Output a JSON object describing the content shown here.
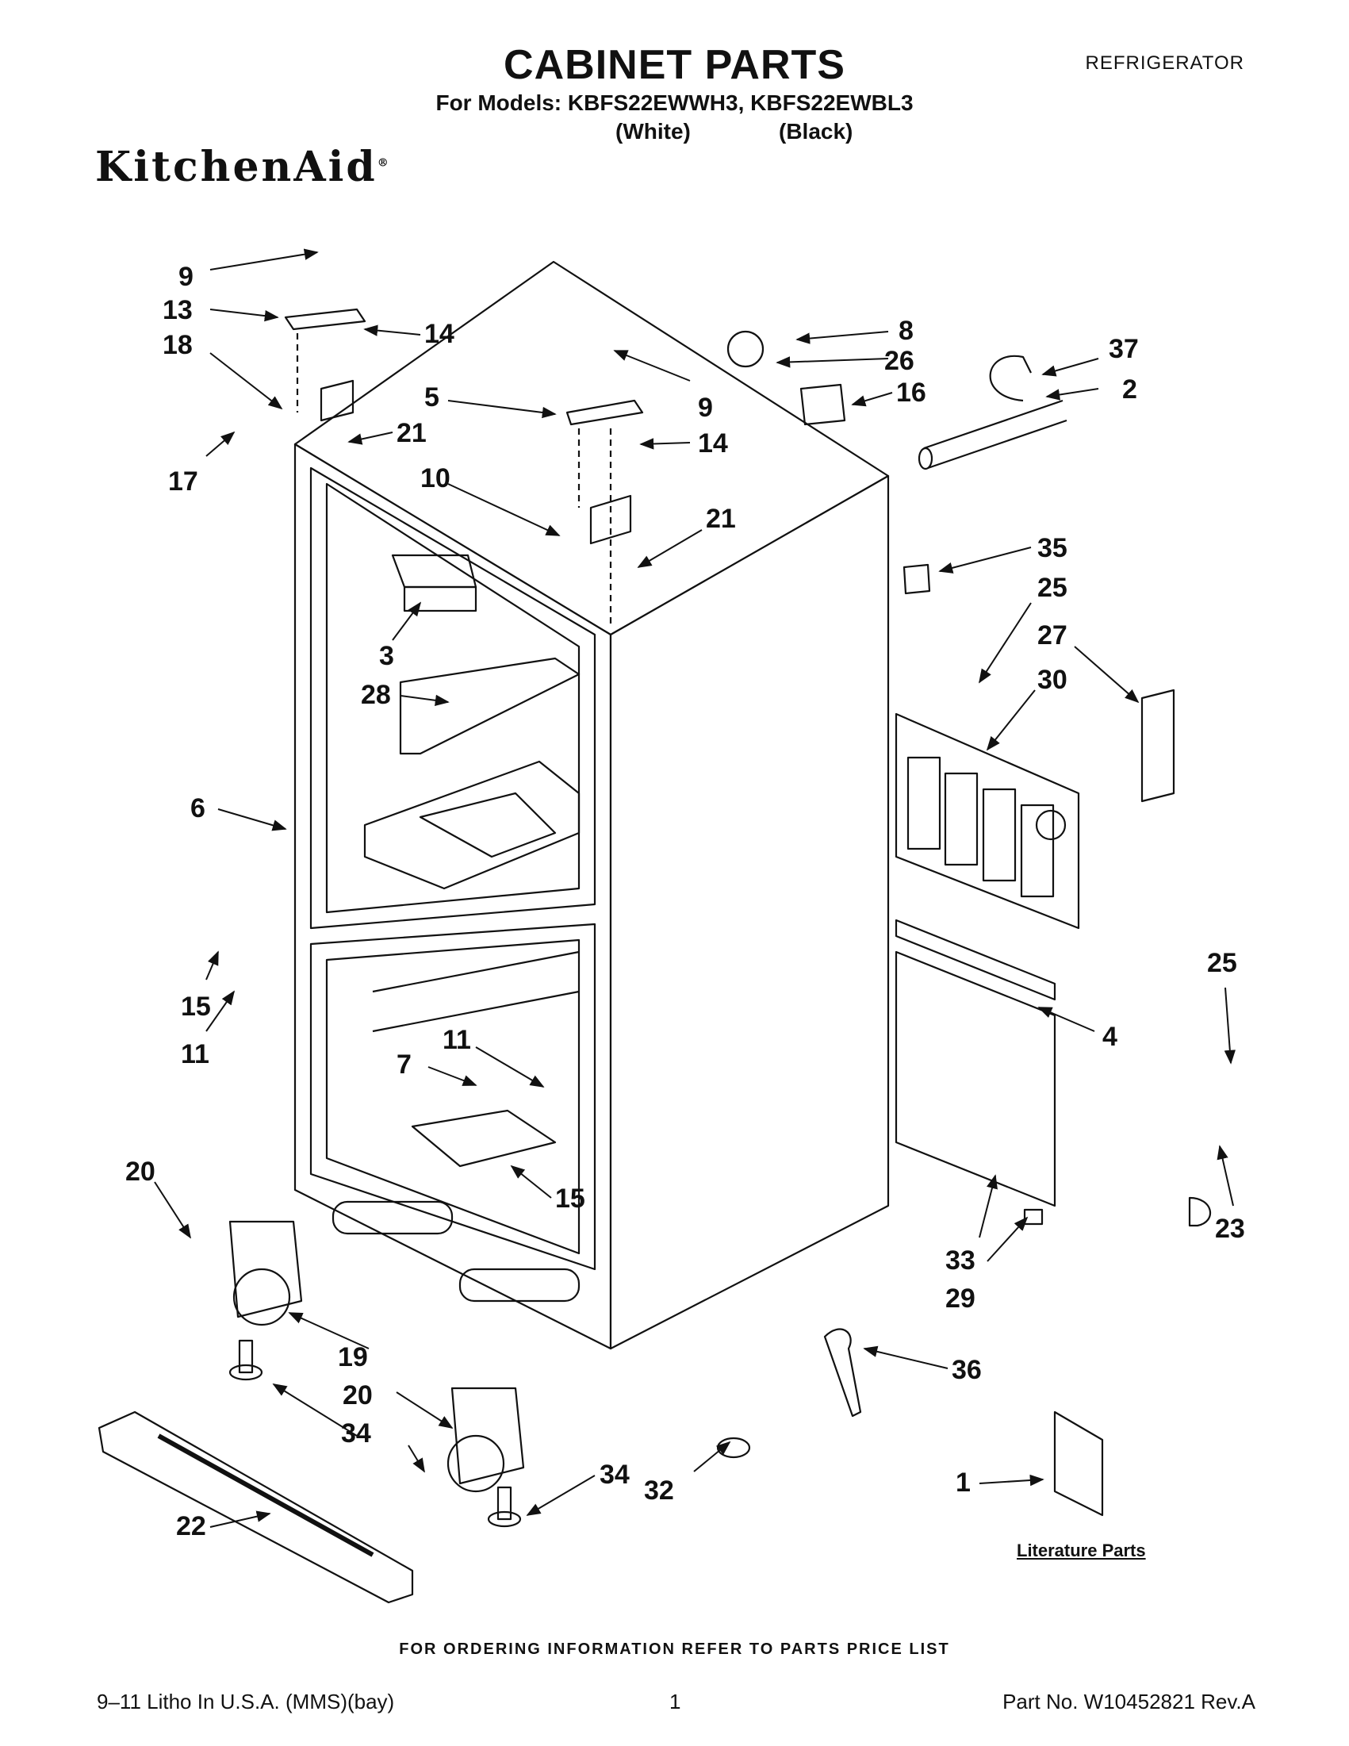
{
  "header": {
    "title": "CABINET PARTS",
    "category": "REFRIGERATOR",
    "models_line": "For Models: KBFS22EWWH3, KBFS22EWBL3",
    "color_white": "(White)",
    "color_black": "(Black)",
    "brand": "KitchenAid"
  },
  "diagram": {
    "callouts": [
      "9",
      "13",
      "14",
      "18",
      "21",
      "17",
      "5",
      "9",
      "14",
      "10",
      "21",
      "8",
      "26",
      "16",
      "37",
      "2",
      "3",
      "28",
      "35",
      "25",
      "27",
      "30",
      "6",
      "15",
      "11",
      "11",
      "7",
      "15",
      "4",
      "25",
      "23",
      "20",
      "19",
      "20",
      "34",
      "33",
      "29",
      "36",
      "22",
      "32",
      "34",
      "1"
    ]
  },
  "literature_label": "Literature Parts",
  "footer": {
    "ordering_note": "FOR ORDERING INFORMATION REFER TO PARTS PRICE LIST",
    "litho": "9–11 Litho In U.S.A. (MMS)(bay)",
    "page": "1",
    "part_no": "Part No. W10452821 Rev.A"
  }
}
